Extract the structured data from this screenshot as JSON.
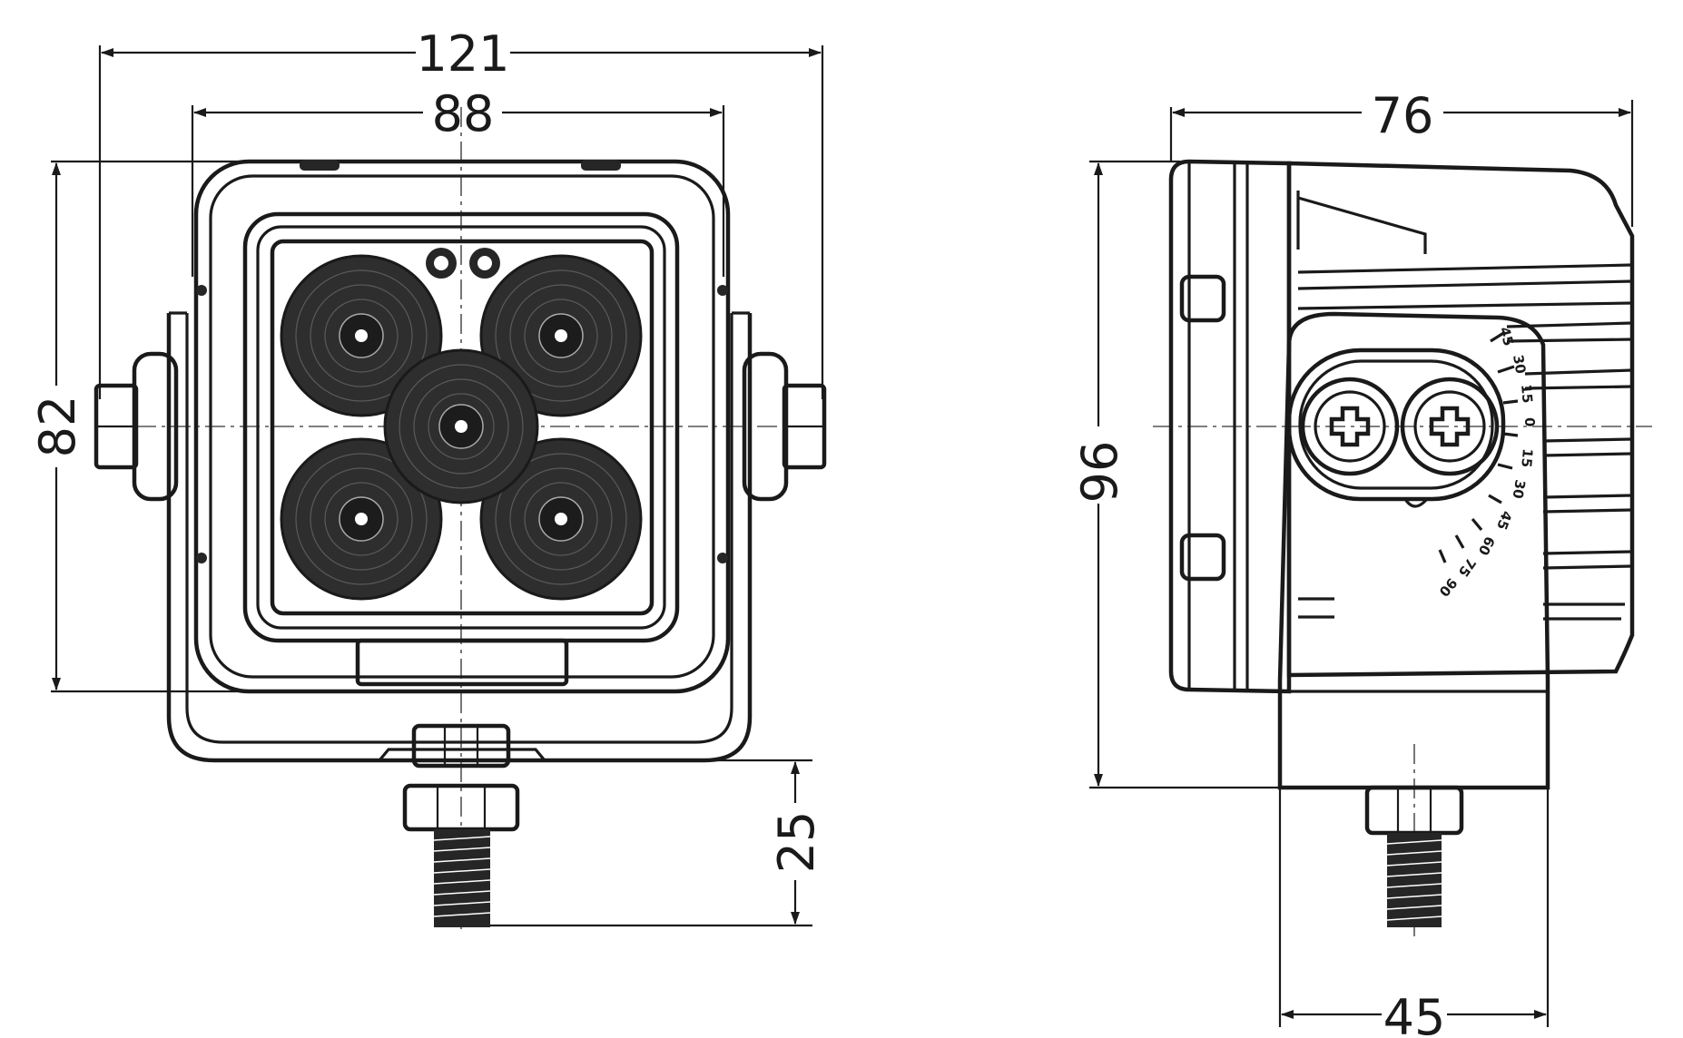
{
  "front_view": {
    "dimensions": {
      "overall_width": "121",
      "housing_width": "88",
      "height": "82",
      "stud_length": "25"
    }
  },
  "side_view": {
    "dimensions": {
      "depth": "76",
      "overall_height": "96",
      "bracket_width": "45"
    },
    "angle_scale": [
      "45",
      "30",
      "15",
      "0",
      "15",
      "30",
      "45",
      "60",
      "75",
      "90"
    ]
  }
}
